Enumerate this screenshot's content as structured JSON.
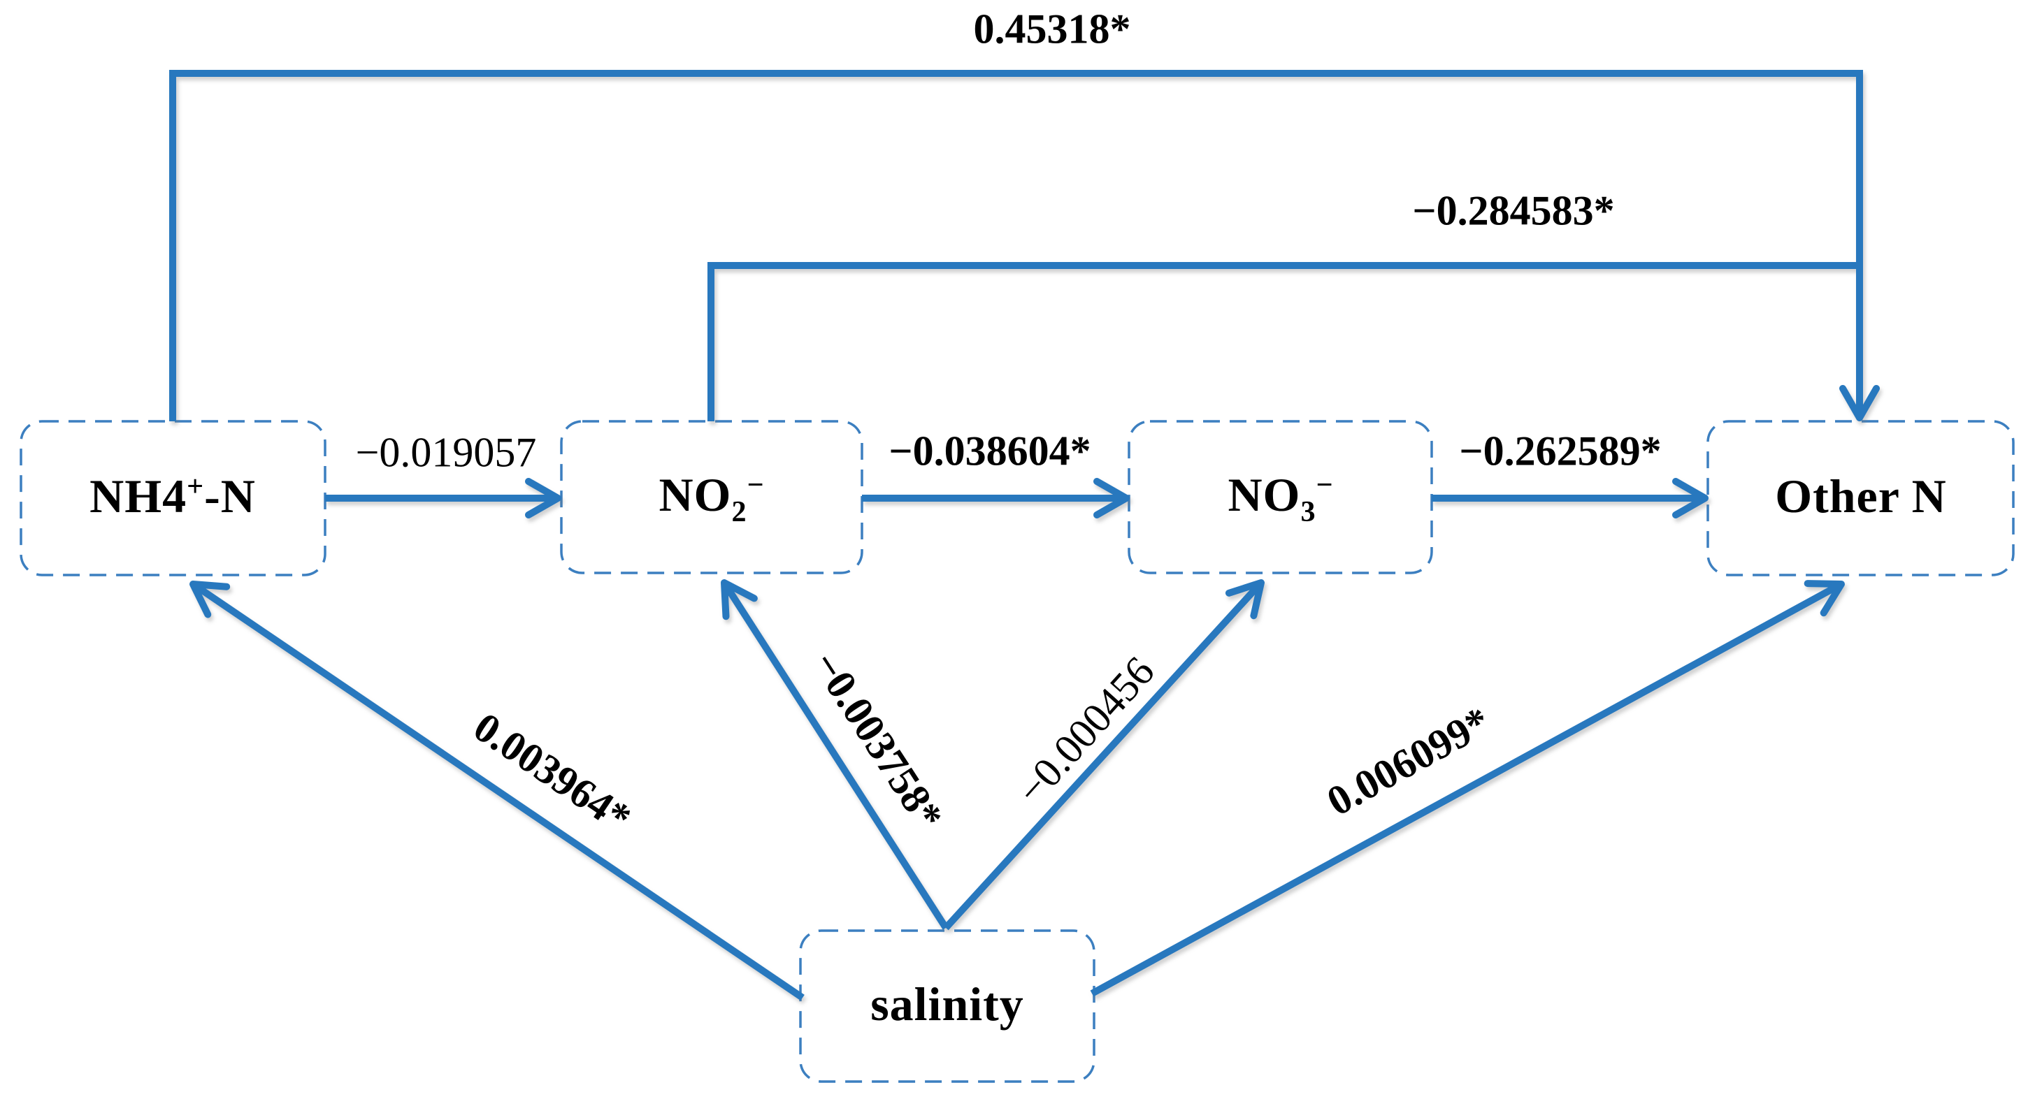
{
  "diagram": {
    "type": "path-analysis-diagram",
    "colors": {
      "arrow_blue": "#2878BE",
      "box_border_blue": "#3C7FC0",
      "text_black": "#000000",
      "background": "#FFFFFF"
    },
    "nodes": {
      "nh4": {
        "pre": "NH4",
        "sub": "",
        "sup": "+",
        "post": "-N"
      },
      "no2": {
        "pre": "NO",
        "sub": "2",
        "sup": "−",
        "post": ""
      },
      "no3": {
        "pre": "NO",
        "sub": "3",
        "sup": "−",
        "post": ""
      },
      "other": {
        "pre": "Other N",
        "sub": "",
        "sup": "",
        "post": ""
      },
      "salinity": {
        "pre": "salinity",
        "sub": "",
        "sup": "",
        "post": ""
      }
    },
    "edges": {
      "nh4_other_top": {
        "from": "nh4",
        "to": "other",
        "label": "0.45318*"
      },
      "no2_other_top": {
        "from": "no2",
        "to": "other",
        "label": "−0.284583*"
      },
      "nh4_no2": {
        "from": "nh4",
        "to": "no2",
        "label": "−0.019057"
      },
      "no2_no3": {
        "from": "no2",
        "to": "no3",
        "label": "−0.038604*"
      },
      "no3_other": {
        "from": "no3",
        "to": "other",
        "label": "−0.262589*"
      },
      "sal_nh4": {
        "from": "salinity",
        "to": "nh4",
        "label": "0.003964*"
      },
      "sal_no2": {
        "from": "salinity",
        "to": "no2",
        "label": "−0.003758*"
      },
      "sal_no3": {
        "from": "salinity",
        "to": "no3",
        "label": "−0.000456"
      },
      "sal_other": {
        "from": "salinity",
        "to": "other",
        "label": "0.006099*"
      }
    }
  }
}
